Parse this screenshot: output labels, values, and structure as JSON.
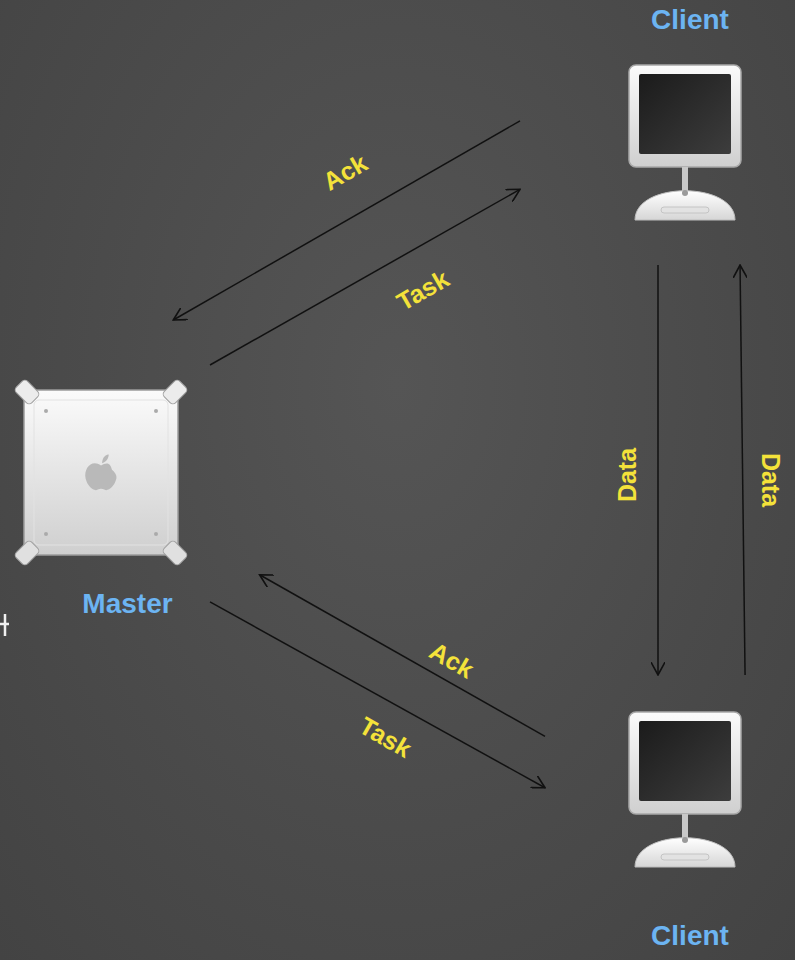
{
  "diagram": {
    "nodes": [
      {
        "text": [
          "Client"
        ]
      },
      {
        "text": [
          "Master"
        ]
      },
      {
        "text": [
          "Client"
        ]
      }
    ],
    "edges": [
      {
        "from": 1,
        "to": 0,
        "arrow": "to",
        "label": "Task"
      },
      {
        "from": 0,
        "to": 1,
        "arrow": "to",
        "label": "Ack"
      },
      {
        "from": 0,
        "to": 2,
        "arrow": "to",
        "label": "Data"
      },
      {
        "from": 2,
        "to": 0,
        "arrow": "to",
        "label": "Data"
      },
      {
        "from": 1,
        "to": 2,
        "arrow": "to",
        "label": "Task"
      },
      {
        "from": 2,
        "to": 1,
        "arrow": "to",
        "label": "Ack"
      }
    ]
  }
}
